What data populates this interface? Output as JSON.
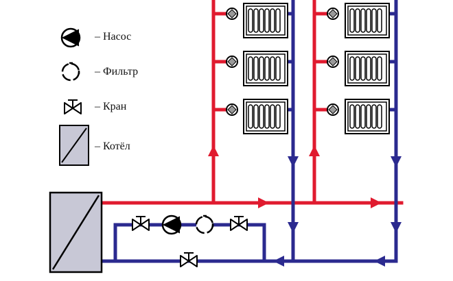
{
  "legend": {
    "pump": "– Насос",
    "filter": "– Фильтр",
    "valve": "– Кран",
    "boiler": "– Котёл"
  },
  "colors": {
    "supply": "#e01b2f",
    "return": "#2b2a8f",
    "equipment": "#000000",
    "boiler_fill": "#c8c8d6",
    "radiator_valve": "#9a9a9a"
  }
}
